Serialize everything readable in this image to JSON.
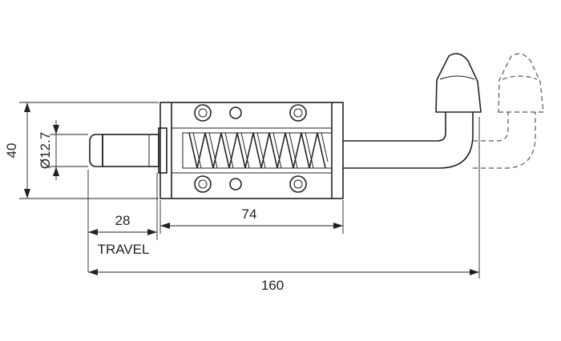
{
  "drawing": {
    "dim_diameter": "Ø12.7",
    "dim_height": "40",
    "dim_travel": "28",
    "label_travel": "TRAVEL",
    "dim_body_length": "74",
    "dim_overall_length": "160"
  }
}
